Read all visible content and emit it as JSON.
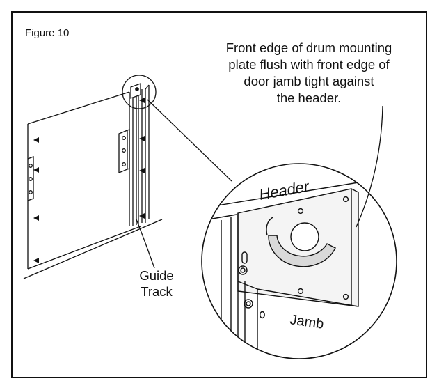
{
  "figure": {
    "label": "Figure 10"
  },
  "callout": {
    "lines": [
      "Front edge of drum mounting",
      "plate flush with front edge of",
      "door jamb tight against",
      "the header."
    ]
  },
  "labels": {
    "guide_track_line1": "Guide",
    "guide_track_line2": "Track",
    "header": "Header",
    "jamb": "Jamb"
  },
  "colors": {
    "line": "#111111",
    "paper": "#ffffff",
    "plate_shade": "#f4f4f4",
    "cutout": "#d9d9d9"
  }
}
